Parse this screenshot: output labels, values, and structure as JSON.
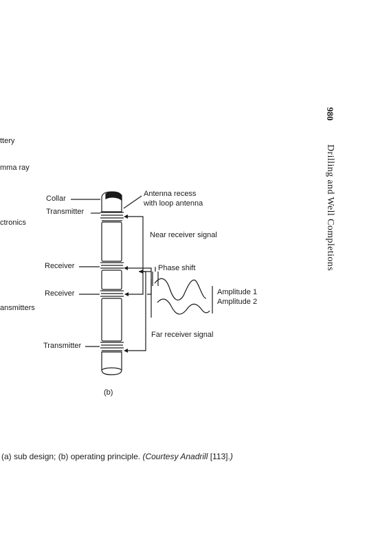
{
  "running_head": {
    "page_number": "980",
    "book_title": "Drilling and Well Completions"
  },
  "figure": {
    "left_panel_fragments": [
      "ttery",
      "mma ray",
      "ctronics",
      "ansmitters"
    ],
    "tool_labels": {
      "collar": "Collar",
      "transmitter_top": "Transmitter",
      "receiver_upper": "Receiver",
      "receiver_lower": "Receiver",
      "transmitter_bottom": "Transmitter"
    },
    "annotations": {
      "antenna_recess": "Antenna recess",
      "loop_antenna": "with loop antenna",
      "near_signal": "Near receiver signal",
      "phase_shift": "Phase shift",
      "amplitude_1": "Amplitude 1",
      "amplitude_2": "Amplitude 2",
      "far_signal": "Far receiver signal"
    },
    "panel_label": "(b)"
  },
  "caption": {
    "text": "(a) sub design; (b) operating principle.",
    "courtesy": "(Courtesy Anadrill",
    "reference": "[113].",
    "close": ")"
  }
}
